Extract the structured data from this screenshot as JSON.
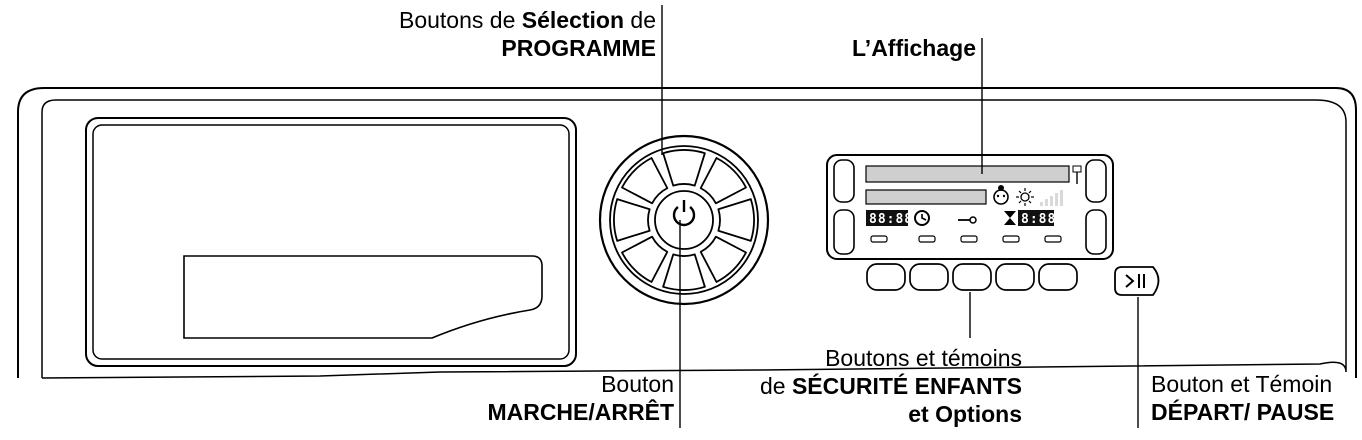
{
  "labels": {
    "programme": {
      "line1_pre": "Boutons de ",
      "line1_bold": "Sélection",
      "line1_post": " de",
      "line2": "PROGRAMME"
    },
    "display": {
      "line1": "L’Affichage"
    },
    "onoff": {
      "line1": "Bouton",
      "line2": "MARCHE/ARRÊT"
    },
    "childlock": {
      "line1": "Boutons et témoins",
      "line2_pre": "de ",
      "line2_bold": "SÉCURITÉ ENFANTS",
      "line3": "et Options"
    },
    "startpause": {
      "line1": "Bouton et Témoin",
      "line2": "DÉPART/ PAUSE"
    }
  },
  "display": {
    "digits_left": "88:88",
    "digits_right": "8:88"
  },
  "icons": {
    "power": "power-icon",
    "start_pause": ">II",
    "dry_level": "sun-icon",
    "child_lock": "key-icon",
    "timer": "hourglass-icon",
    "delay": "clock-icon",
    "baby": "baby-icon"
  }
}
